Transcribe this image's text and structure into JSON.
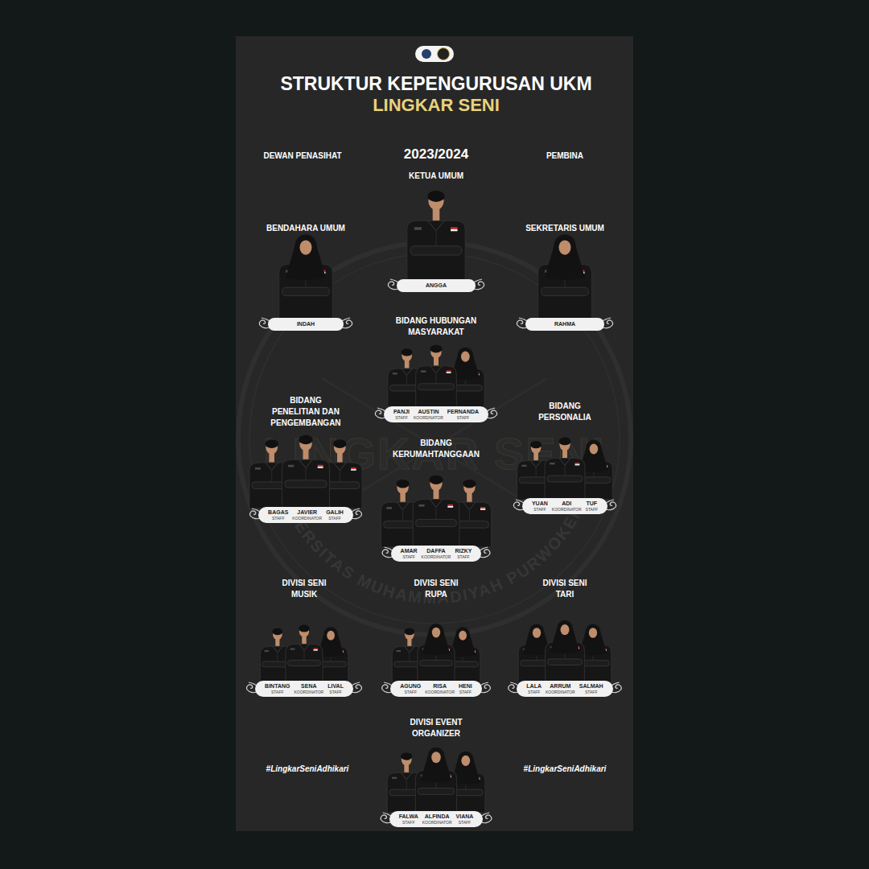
{
  "diagram": {
    "title": "STRUKTUR KEPENGURUSAN UKM",
    "nodes": [
      {
        "text": [
          "KETUA UMUM",
          "ANGGA"
        ]
      },
      {
        "text": [
          "BENDAHARA UMUM",
          "INDAH"
        ]
      },
      {
        "text": [
          "SEKRETARIS UMUM",
          "RAHMA"
        ]
      },
      {
        "text": [
          "BIDANG HUBUNGAN MASYARAKAT",
          "PANJI",
          "STAFF",
          "AUSTIN",
          "KOORDINATOR",
          "FERNANDA",
          "STAFF"
        ]
      },
      {
        "text": [
          "BIDANG PENELITIAN DAN PENGEMBANGAN",
          "BAGAS",
          "STAFF",
          "JAVIER",
          "KOORDINATOR",
          "GALIH",
          "STAFF"
        ]
      },
      {
        "text": [
          "BIDANG PERSONALIA",
          "YUAN",
          "STAFF",
          "ADI",
          "KOORDINATOR",
          "TUF",
          "STAFF"
        ]
      },
      {
        "text": [
          "BIDANG KERUMAHTANGGAAN",
          "AMAR",
          "STAFF",
          "DAFFA",
          "KOORDINATOR",
          "RIZKY",
          "STAFF"
        ]
      },
      {
        "text": [
          "DIVISI SENI MUSIK",
          "BINTANG",
          "STAFF",
          "SENA",
          "KOORDINATOR",
          "LIVAL",
          "STAFF"
        ]
      },
      {
        "text": [
          "DIVISI SENI RUPA",
          "AGUNG",
          "STAFF",
          "RISA",
          "KOORDINATOR",
          "HENI",
          "STAFF"
        ]
      },
      {
        "text": [
          "DIVISI SENI TARI",
          "LALA",
          "STAFF",
          "ARRUM",
          "KOORDINATOR",
          "SALMAH",
          "STAFF"
        ]
      },
      {
        "text": [
          "DIVISI EVENT ORGANIZER",
          "FALWA",
          "STAFF",
          "ALFINDA",
          "KOORDINATOR",
          "VIANA",
          "STAFF"
        ]
      }
    ],
    "labels": [
      "LINGKAR SENI",
      "DEWAN PENASIHAT",
      "2023/2024",
      "PEMBINA",
      "LINGKAR SENI",
      "UNIVERSITAS MUHAMMADIYAH PURWOKERTO",
      "#LingkarSeniAdhikari",
      "#LingkarSeniAdhikari"
    ]
  }
}
